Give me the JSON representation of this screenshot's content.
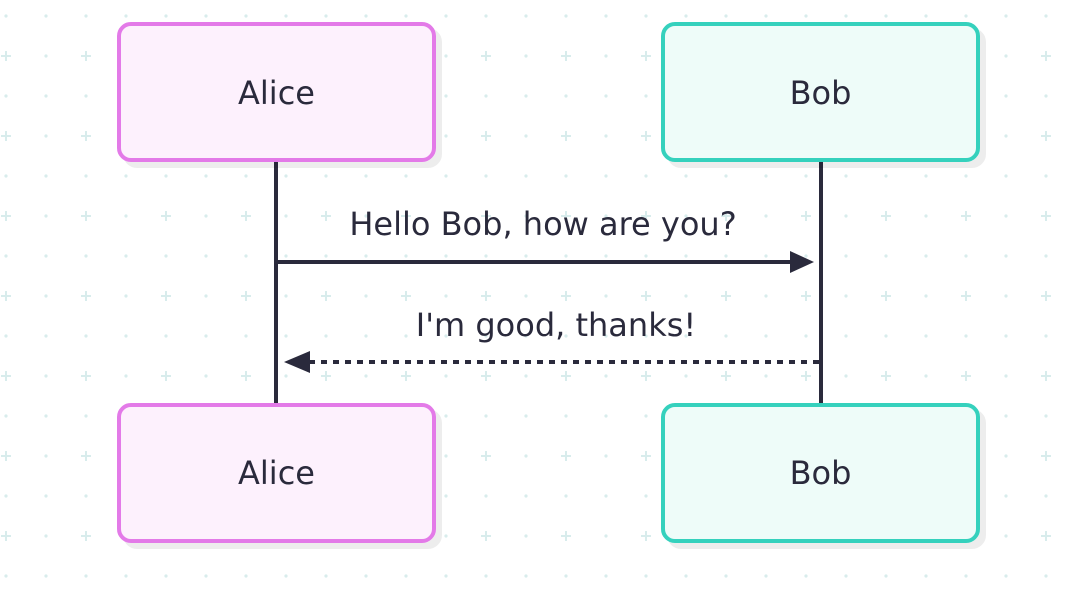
{
  "participants": [
    {
      "name": "Alice",
      "border": "#e37ae8",
      "fill": "#fdf1fd"
    },
    {
      "name": "Bob",
      "border": "#34d1bd",
      "fill": "#eefcf9"
    }
  ],
  "messages": [
    {
      "text": "Hello Bob, how are you?",
      "from": "Alice",
      "to": "Bob",
      "style": "solid"
    },
    {
      "text": "I'm good, thanks!",
      "from": "Bob",
      "to": "Alice",
      "style": "dashed"
    }
  ],
  "colors": {
    "line": "#2a2a3c",
    "grid": "#d8ecec",
    "background": "#ffffff"
  }
}
